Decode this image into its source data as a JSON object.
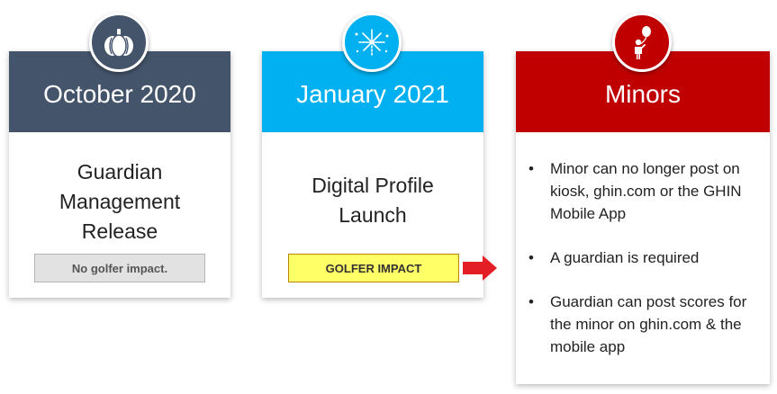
{
  "cards": [
    {
      "header": "October 2020",
      "header_color": "#44546a",
      "icon": "pumpkin-icon",
      "title_lines": [
        "Guardian",
        "Management",
        "Release"
      ],
      "tag": "No golfer impact.",
      "tag_bg": "#e2e2e2"
    },
    {
      "header": "January 2021",
      "header_color": "#00b0f0",
      "icon": "fireworks-icon",
      "title_lines": [
        "Digital Profile",
        "Launch"
      ],
      "tag": "GOLFER IMPACT",
      "tag_bg": "#ffff66"
    },
    {
      "header": "Minors",
      "header_color": "#c00000",
      "icon": "child-with-balloon-icon",
      "bullet_glyph": "•",
      "bullets": [
        "Minor can no longer post on kiosk, ghin.com or the GHIN Mobile App",
        "A guardian is required",
        "Guardian can post scores for the minor on ghin.com & the mobile app"
      ]
    }
  ],
  "arrow_color": "#e31e24",
  "arrow_icon": "right-arrow-icon"
}
